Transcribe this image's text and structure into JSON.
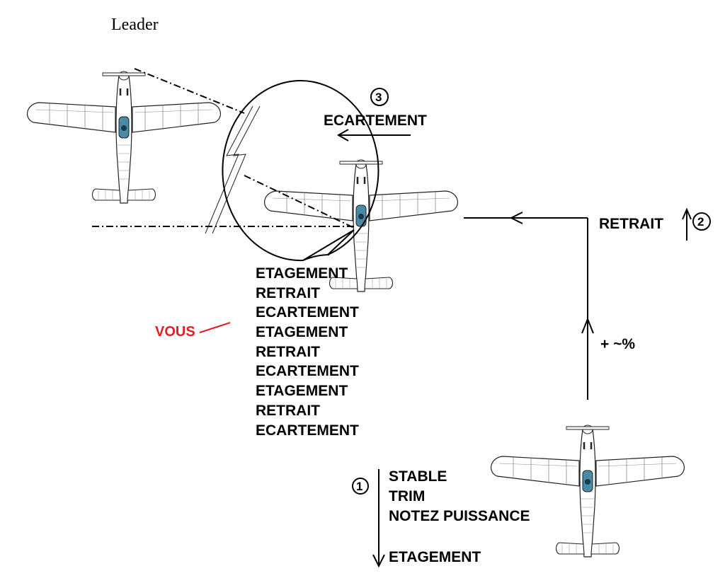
{
  "leader_label": "Leader",
  "step1": {
    "number": "1",
    "lines": [
      "STABLE",
      "TRIM",
      "NOTEZ PUISSANCE"
    ],
    "end_label": "ETAGEMENT"
  },
  "step2": {
    "number": "2",
    "label": "RETRAIT",
    "climb_label": "+ ~%"
  },
  "step3": {
    "number": "3",
    "label": "ECARTEMENT"
  },
  "you_label": "VOUS",
  "bubble_lines": [
    "ETAGEMENT",
    "RETRAIT",
    "ECARTEMENT",
    "ETAGEMENT",
    "RETRAIT",
    "ECARTEMENT",
    "ETAGEMENT",
    "RETRAIT",
    "ECARTEMENT"
  ],
  "colors": {
    "ink": "#000000",
    "you": "#e02020",
    "canopy": "#4a8aa6"
  }
}
